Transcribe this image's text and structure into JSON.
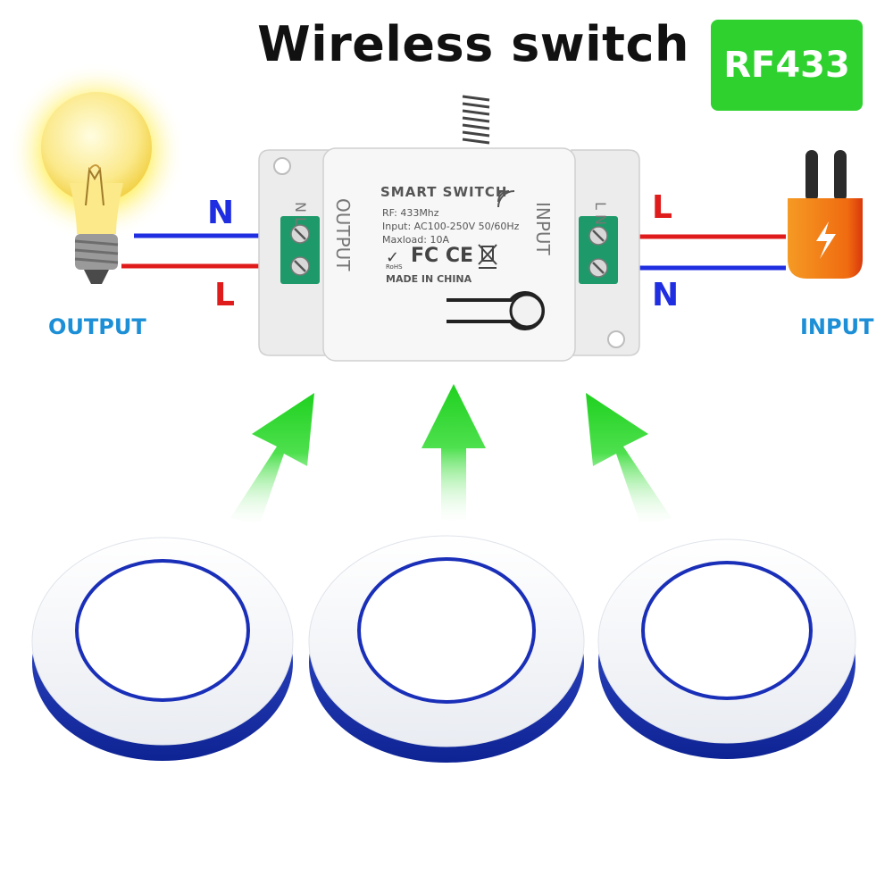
{
  "title": "Wireless switch",
  "badge": {
    "text": "RF433",
    "color": "#2fd12f"
  },
  "output_side": {
    "label": "OUTPUT",
    "top_wire": "N",
    "bottom_wire": "L",
    "top_wire_color": "#1f2ee0",
    "bottom_wire_color": "#e01b1b"
  },
  "input_side": {
    "label": "INPUT",
    "top_wire": "L",
    "bottom_wire": "N",
    "top_wire_color": "#e01b1b",
    "bottom_wire_color": "#1f2ee0"
  },
  "side_label_color": "#1c8fd6",
  "switch_module": {
    "brand": "SMART SWITCH",
    "rf": "RF: 433Mhz",
    "input": "Input: AC100-250V 50/60Hz",
    "maxload": "Maxload: 10A",
    "certs": "FC CE",
    "rohs": "RoHS",
    "made_in": "MADE IN CHINA",
    "output_port": "OUTPUT",
    "input_port": "INPUT",
    "output_terminals": "N L",
    "input_terminals": "L N"
  },
  "remote_count": 3,
  "colors": {
    "arrow": "#22d422",
    "remote_ring": "#1a2fb8",
    "plug": "#f07a12"
  },
  "icons": [
    "light-bulb-icon",
    "power-plug-icon",
    "wifi-signal-icon",
    "arrow-up-icon",
    "round-remote-button-icon"
  ]
}
